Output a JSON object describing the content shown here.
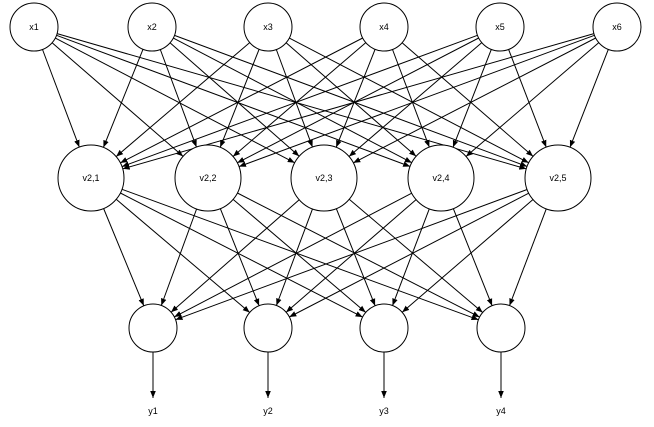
{
  "diagram": {
    "input_nodes": [
      {
        "id": "x1",
        "label": "x1"
      },
      {
        "id": "x2",
        "label": "x2"
      },
      {
        "id": "x3",
        "label": "x3"
      },
      {
        "id": "x4",
        "label": "x4"
      },
      {
        "id": "x5",
        "label": "x5"
      },
      {
        "id": "x6",
        "label": "x6"
      }
    ],
    "hidden_nodes": [
      {
        "id": "v21",
        "label": "v2,1"
      },
      {
        "id": "v22",
        "label": "v2,2"
      },
      {
        "id": "v23",
        "label": "v2,3"
      },
      {
        "id": "v24",
        "label": "v2,4"
      },
      {
        "id": "v25",
        "label": "v2,5"
      }
    ],
    "output_nodes": [
      {
        "id": "o1",
        "label": ""
      },
      {
        "id": "o2",
        "label": ""
      },
      {
        "id": "o3",
        "label": ""
      },
      {
        "id": "o4",
        "label": ""
      }
    ],
    "output_labels": [
      "y1",
      "y2",
      "y3",
      "y4"
    ],
    "connectivity": "fully-connected"
  }
}
